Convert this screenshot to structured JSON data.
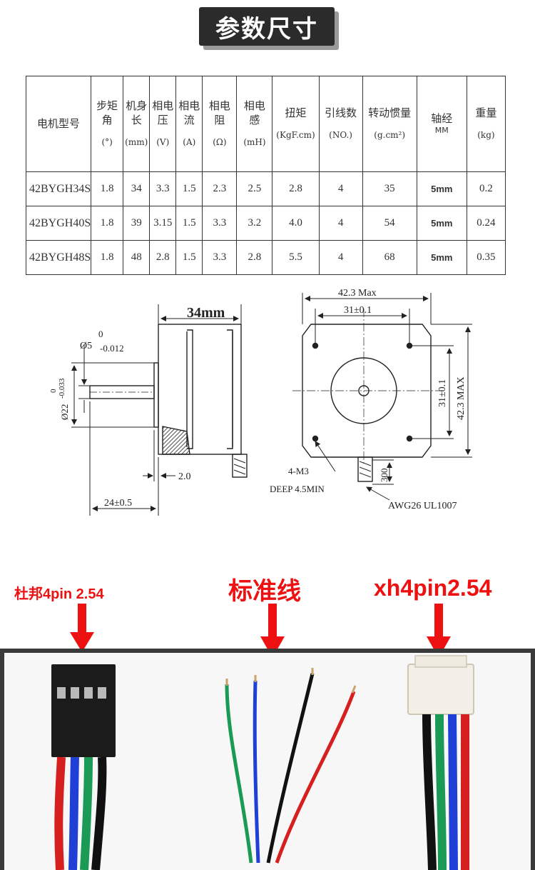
{
  "title": "参数尺寸",
  "table": {
    "headers": [
      {
        "lines": [
          "电机型号"
        ],
        "unit": ""
      },
      {
        "lines": [
          "步矩",
          "角"
        ],
        "unit": "(°)"
      },
      {
        "lines": [
          "机身",
          "长"
        ],
        "unit": "(mm)"
      },
      {
        "lines": [
          "相电",
          "压"
        ],
        "unit": "(V)"
      },
      {
        "lines": [
          "相电",
          "流"
        ],
        "unit": "(A)"
      },
      {
        "lines": [
          "相电",
          "阻"
        ],
        "unit": "(Ω)"
      },
      {
        "lines": [
          "相电",
          "感"
        ],
        "unit": "(mH)"
      },
      {
        "lines": [
          "扭矩"
        ],
        "unit": "(KgF.cm)"
      },
      {
        "lines": [
          "引线数"
        ],
        "unit": "(NO.)"
      },
      {
        "lines": [
          "转动惯量"
        ],
        "unit": "(g.cm²)"
      },
      {
        "lines": [
          "轴经",
          "MM"
        ],
        "unit": ""
      },
      {
        "lines": [
          "重量"
        ],
        "unit": "(kg)"
      }
    ],
    "rows": [
      [
        "42BYGH34S",
        "1.8",
        "34",
        "3.3",
        "1.5",
        "2.3",
        "2.5",
        "2.8",
        "4",
        "35",
        "5mm",
        "0.2"
      ],
      [
        "42BYGH40S",
        "1.8",
        "39",
        "3.15",
        "1.5",
        "3.3",
        "3.2",
        "4.0",
        "4",
        "54",
        "5mm",
        "0.24"
      ],
      [
        "42BYGH48S",
        "1.8",
        "48",
        "2.8",
        "1.5",
        "3.3",
        "2.8",
        "5.5",
        "4",
        "68",
        "5mm",
        "0.35"
      ]
    ]
  },
  "drawing": {
    "body_length": "34mm",
    "shaft_dia": "Ø5",
    "shaft_tol_upper": "0",
    "shaft_tol_lower": "-0.012",
    "boss_dia": "Ø22",
    "boss_tol_upper": "0",
    "boss_tol_lower": "-0.033",
    "boss_height": "2.0",
    "shaft_length": "24±0.5",
    "width_max": "42.3 Max",
    "hole_spacing_h": "31±0.1",
    "hole_spacing_v": "31±0.1",
    "height_max": "42.3 MAX",
    "screw": "4-M3",
    "screw_depth": "DEEP 4.5MIN",
    "lead_length": "300",
    "wire_spec": "AWG26 UL1007"
  },
  "captions": {
    "dupont": "杜邦4pin 2.54",
    "standard": "标准线",
    "xh": "xh4pin2.54"
  },
  "colors": {
    "caption_red": "#e11111",
    "wire_red": "#d61f1f",
    "wire_blue": "#1f3fd6",
    "wire_green": "#1a9a55",
    "wire_black": "#111111",
    "frame": "#3a3a3a"
  }
}
